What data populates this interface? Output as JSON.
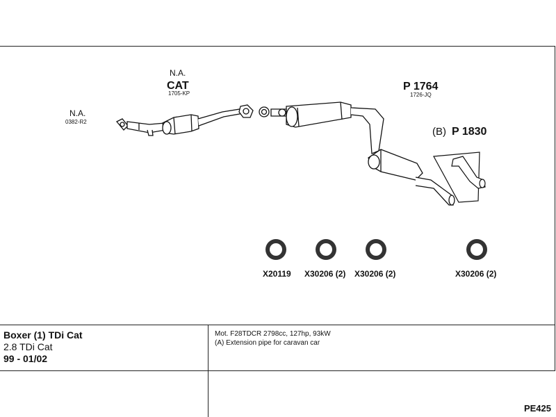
{
  "labels": {
    "na_top": "N.A.",
    "cat": "CAT",
    "cat_ref": "1705-KP",
    "na_left": "N.A.",
    "na_left_ref": "0382-R2",
    "p1764": "P 1764",
    "p1764_ref": "1726-JQ",
    "b_prefix": "(B)",
    "p1830": "P 1830"
  },
  "gaskets": [
    {
      "code": "X20119"
    },
    {
      "code": "X30206 (2)"
    },
    {
      "code": "X30206 (2)"
    },
    {
      "code": "X30206 (2)"
    }
  ],
  "vehicle": {
    "model": "Boxer (1) TDi Cat",
    "engine": "2.8 TDi Cat",
    "years": "99 - 01/02"
  },
  "notes": {
    "motor": "Mot. F28TDCR 2798cc, 127hp, 93kW",
    "extension": "(A) Extension pipe for caravan car"
  },
  "diagram_code": "PE425"
}
